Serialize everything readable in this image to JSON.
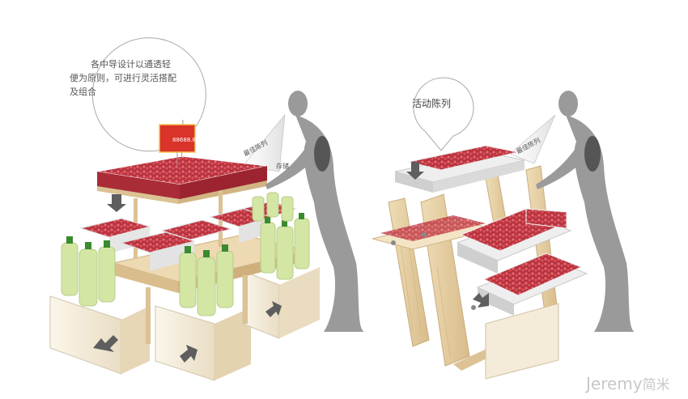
{
  "callout_left": {
    "line1": "各中导设计以通透轻",
    "line2": "便为原则，可进行灵活搭配",
    "line3": "及组合"
  },
  "callout_right": {
    "text": "活动陈列"
  },
  "labels": {
    "view_left": "最佳陈列",
    "store_left": "存储",
    "view_right": "最佳陈列"
  },
  "price_tag": {
    "text": "88688.88"
  },
  "brand": {
    "latin": "Jeremy",
    "cn": "简米"
  },
  "colors": {
    "wood": "#e8d2a8",
    "wood_dark": "#c9ad7e",
    "cabinet": "#f2ecdf",
    "tray": "#eeeeee",
    "fruit": "#c7464f",
    "figure": "#9a9a9a",
    "arrow": "#5e5e5e",
    "bottle": "#d4e6a4",
    "cap": "#3a8a2f",
    "sign": "#d9332a",
    "callout_line": "#aaaaaa"
  }
}
